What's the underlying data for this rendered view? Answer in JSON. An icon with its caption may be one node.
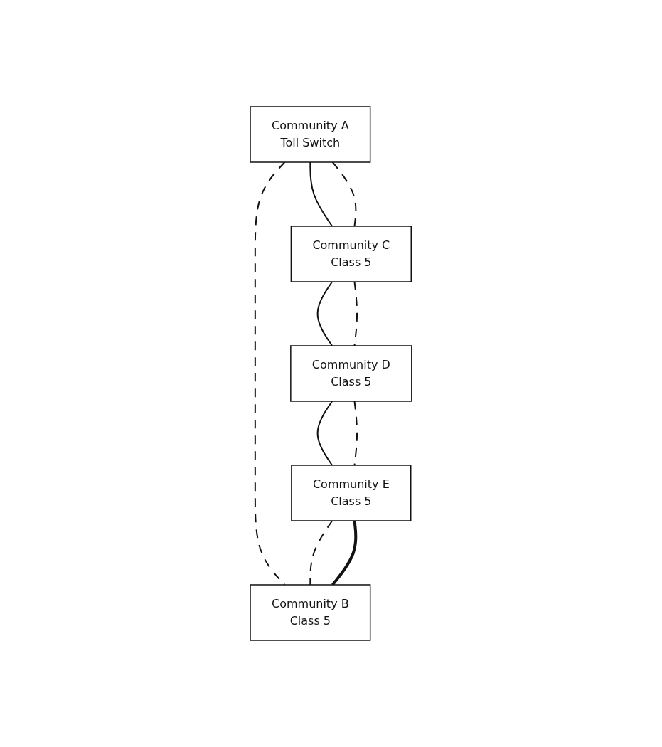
{
  "diagram": {
    "nodes": [
      {
        "text": [
          "Community A",
          "Toll Switch"
        ]
      },
      {
        "text": [
          "Community C",
          "Class 5"
        ]
      },
      {
        "text": [
          "Community D",
          "Class 5"
        ]
      },
      {
        "text": [
          "Community E",
          "Class 5"
        ]
      },
      {
        "text": [
          "Community B",
          "Class 5"
        ]
      }
    ],
    "edges": [
      {
        "from": 0,
        "to": 1,
        "arrow": "none"
      },
      {
        "from": 0,
        "to": 1,
        "arrow": "none",
        "style": "dashed"
      },
      {
        "from": 1,
        "to": 2,
        "arrow": "none"
      },
      {
        "from": 1,
        "to": 2,
        "arrow": "none",
        "style": "dashed"
      },
      {
        "from": 2,
        "to": 3,
        "arrow": "none"
      },
      {
        "from": 2,
        "to": 3,
        "arrow": "none",
        "style": "dashed"
      },
      {
        "from": 0,
        "to": 4,
        "arrow": "none",
        "style": "dashed"
      },
      {
        "from": 3,
        "to": 4,
        "arrow": "none",
        "style": "dashed"
      },
      {
        "from": 3,
        "to": 4,
        "arrow": "none",
        "style": "thick"
      }
    ]
  }
}
